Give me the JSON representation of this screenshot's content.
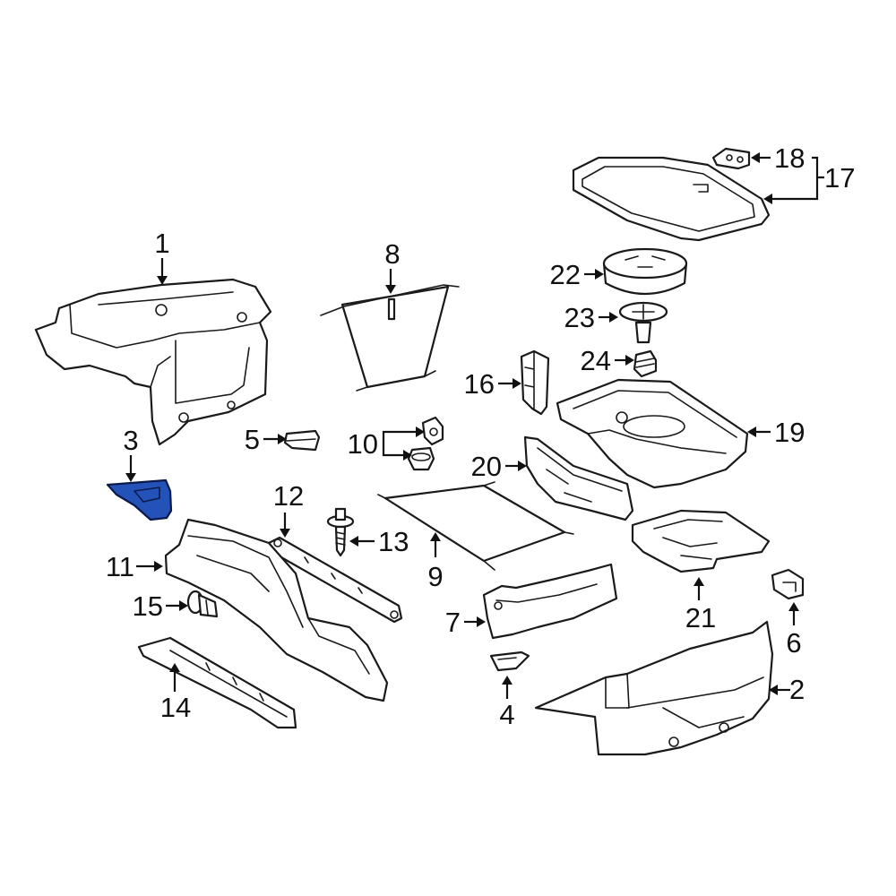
{
  "highlight_color": "#2353b8",
  "callouts": {
    "c1": "1",
    "c2": "2",
    "c3": "3",
    "c4": "4",
    "c5": "5",
    "c6": "6",
    "c7": "7",
    "c8": "8",
    "c9": "9",
    "c10": "10",
    "c11": "11",
    "c12": "12",
    "c13": "13",
    "c14": "14",
    "c15": "15",
    "c16": "16",
    "c17": "17",
    "c18": "18",
    "c19": "19",
    "c20": "20",
    "c21": "21",
    "c22": "22",
    "c23": "23",
    "c24": "24"
  }
}
